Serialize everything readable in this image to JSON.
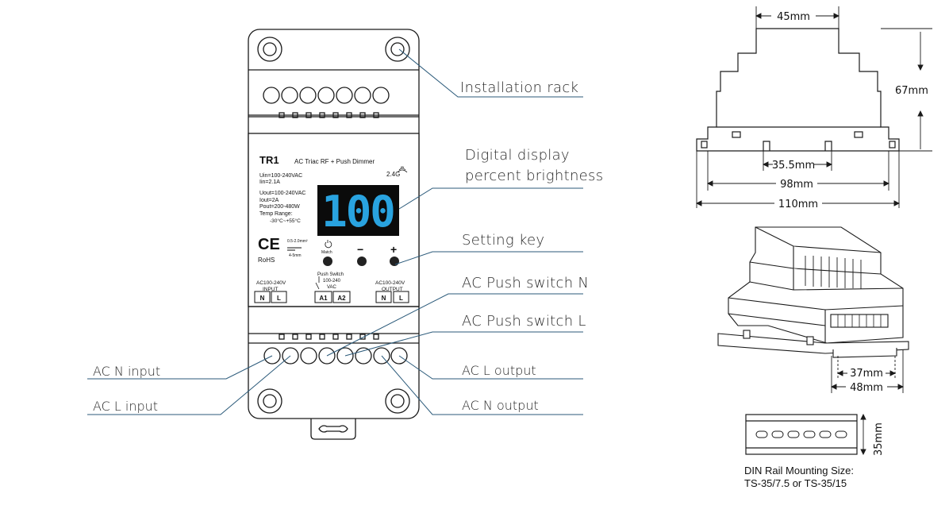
{
  "device": {
    "model": "TR1",
    "subtitle": "AC Triac RF + Push Dimmer",
    "rf_badge": "2.4G",
    "spec_lines": [
      "Uin=100-240VAC",
      "Iin=2.1A",
      "Uout=100-240VAC",
      "Iout=2A",
      "Pout=200-480W",
      "Temp Range:",
      "-30°C~+55°C"
    ],
    "display_value": "100",
    "ce_mark": "CE",
    "rohs": "RoHS",
    "wire_spec_top": "0.5-2.0mm²",
    "wire_spec_bottom": "4-5mm",
    "match_label": "Match",
    "minus_label": "−",
    "plus_label": "+",
    "input_label": [
      "AC100-240V",
      "INPUT"
    ],
    "push_label": [
      "Push Switch",
      "100-240",
      "VAC"
    ],
    "output_label": [
      "AC100-240V",
      "OUTPUT"
    ],
    "terminals_input": [
      "N",
      "L"
    ],
    "terminals_push": [
      "A1",
      "A2"
    ],
    "terminals_output": [
      "N",
      "L"
    ]
  },
  "callouts": {
    "installation_rack": "Installation rack",
    "digital_display_1": "Digital display",
    "digital_display_2": "percent brightness",
    "setting_key": "Setting key",
    "push_n": "AC Push switch N",
    "push_l": "AC Push switch L",
    "ac_n_input": "AC N input",
    "ac_l_input": "AC L input",
    "ac_l_output": "AC L output",
    "ac_n_output": "AC N output"
  },
  "dimensions": {
    "top_width": "45mm",
    "height": "67mm",
    "inner_width": "35.5mm",
    "mid_width": "98mm",
    "full_width": "110mm",
    "rail_37": "37mm",
    "rail_48": "48mm",
    "rail_35": "35mm"
  },
  "din_rail": {
    "line1": "DIN Rail Mounting Size:",
    "line2": "TS-35/7.5 or TS-35/15"
  },
  "colors": {
    "line": "#1a1a1a",
    "leader": "#2b5a7a",
    "display_bg": "#0b0b0b",
    "display_digits": "#29a3e0"
  }
}
